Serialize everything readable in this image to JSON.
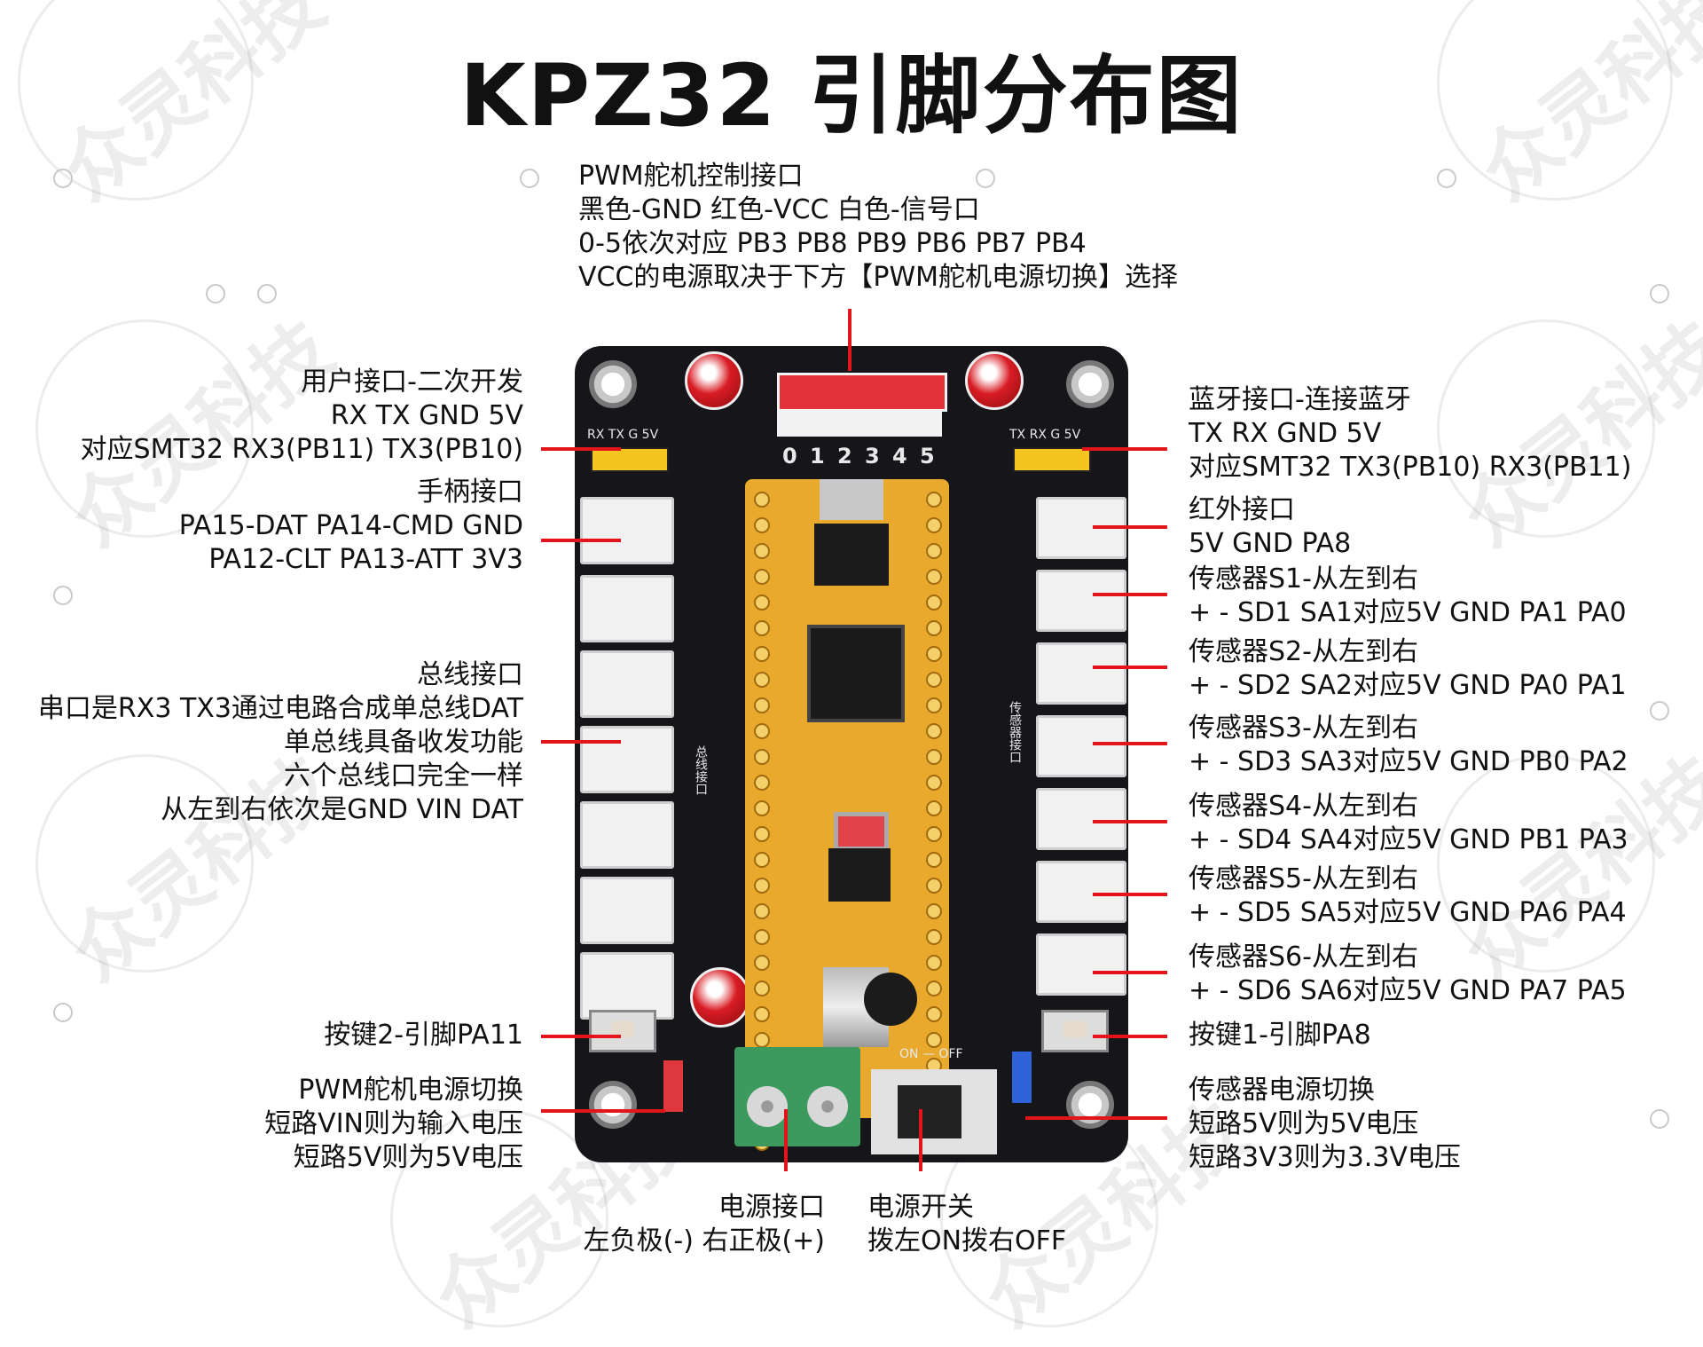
{
  "title": "KPZ32 引脚分布图",
  "watermark": "众灵科技",
  "callouts": {
    "pwm_servo_interface": [
      "PWM舵机控制接口",
      "黑色-GND 红色-VCC 白色-信号口",
      "0-5依次对应 PB3 PB8 PB9 PB6 PB7 PB4",
      "VCC的电源取决于下方【PWM舵机电源切换】选择"
    ],
    "user_interface": [
      "用户接口-二次开发",
      "RX TX GND 5V",
      "对应SMT32 RX3(PB11) TX3(PB10)"
    ],
    "gamepad_interface": [
      "手柄接口",
      "PA15-DAT  PA14-CMD  GND",
      "PA12-CLT    PA13-ATT     3V3"
    ],
    "bus_interface": [
      "总线接口",
      "串口是RX3 TX3通过电路合成单总线DAT",
      "单总线具备收发功能",
      "六个总线口完全一样",
      "从左到右依次是GND VIN DAT"
    ],
    "key2": [
      "按键2-引脚PA11"
    ],
    "pwm_power_switch": [
      "PWM舵机电源切换",
      "短路VIN则为输入电压",
      "短路5V则为5V电压"
    ],
    "power_port": [
      "电源接口",
      "左负极(-) 右正极(+)"
    ],
    "power_switch": [
      "电源开关",
      "拨左ON拨右OFF"
    ],
    "bluetooth_interface": [
      "蓝牙接口-连接蓝牙",
      "TX RX GND 5V",
      "对应SMT32 TX3(PB10) RX3(PB11)"
    ],
    "infrared_interface": [
      "红外接口",
      "5V GND PA8"
    ],
    "sensor_s1": [
      "传感器S1-从左到右",
      "+ - SD1 SA1对应5V GND PA1 PA0"
    ],
    "sensor_s2": [
      "传感器S2-从左到右",
      "+ - SD2 SA2对应5V GND PA0 PA1"
    ],
    "sensor_s3": [
      "传感器S3-从左到右",
      "+ - SD3 SA3对应5V GND PB0 PA2"
    ],
    "sensor_s4": [
      "传感器S4-从左到右",
      "+ - SD4 SA4对应5V GND PB1 PA3"
    ],
    "sensor_s5": [
      "传感器S5-从左到右",
      "+ - SD5 SA5对应5V GND PA6 PA4"
    ],
    "sensor_s6": [
      "传感器S6-从左到右",
      "+ - SD6 SA6对应5V GND PA7 PA5"
    ],
    "key1": [
      "按键1-引脚PA8"
    ],
    "sensor_power_switch": [
      "传感器电源切换",
      "短路5V则为5V电压",
      "短路3V3则为3.3V电压"
    ]
  },
  "board": {
    "servo_pin_numbers": [
      "0",
      "1",
      "2",
      "3",
      "4",
      "5"
    ],
    "left_header_silk": "RX TX G 5V",
    "right_header_silk": "TX RX G 5V",
    "bus_silk": "总线接口",
    "sensor_silk": "传感器接口",
    "switch_silk": "ON — OFF"
  },
  "colors": {
    "pointer": "#e3141a",
    "board": "#15151a",
    "mcu_board": "#e9a92c",
    "servo_header": "#e3313a",
    "terminal": "#3c9a5f",
    "jumper_left": "#e0383f",
    "jumper_right": "#2f62d8"
  }
}
